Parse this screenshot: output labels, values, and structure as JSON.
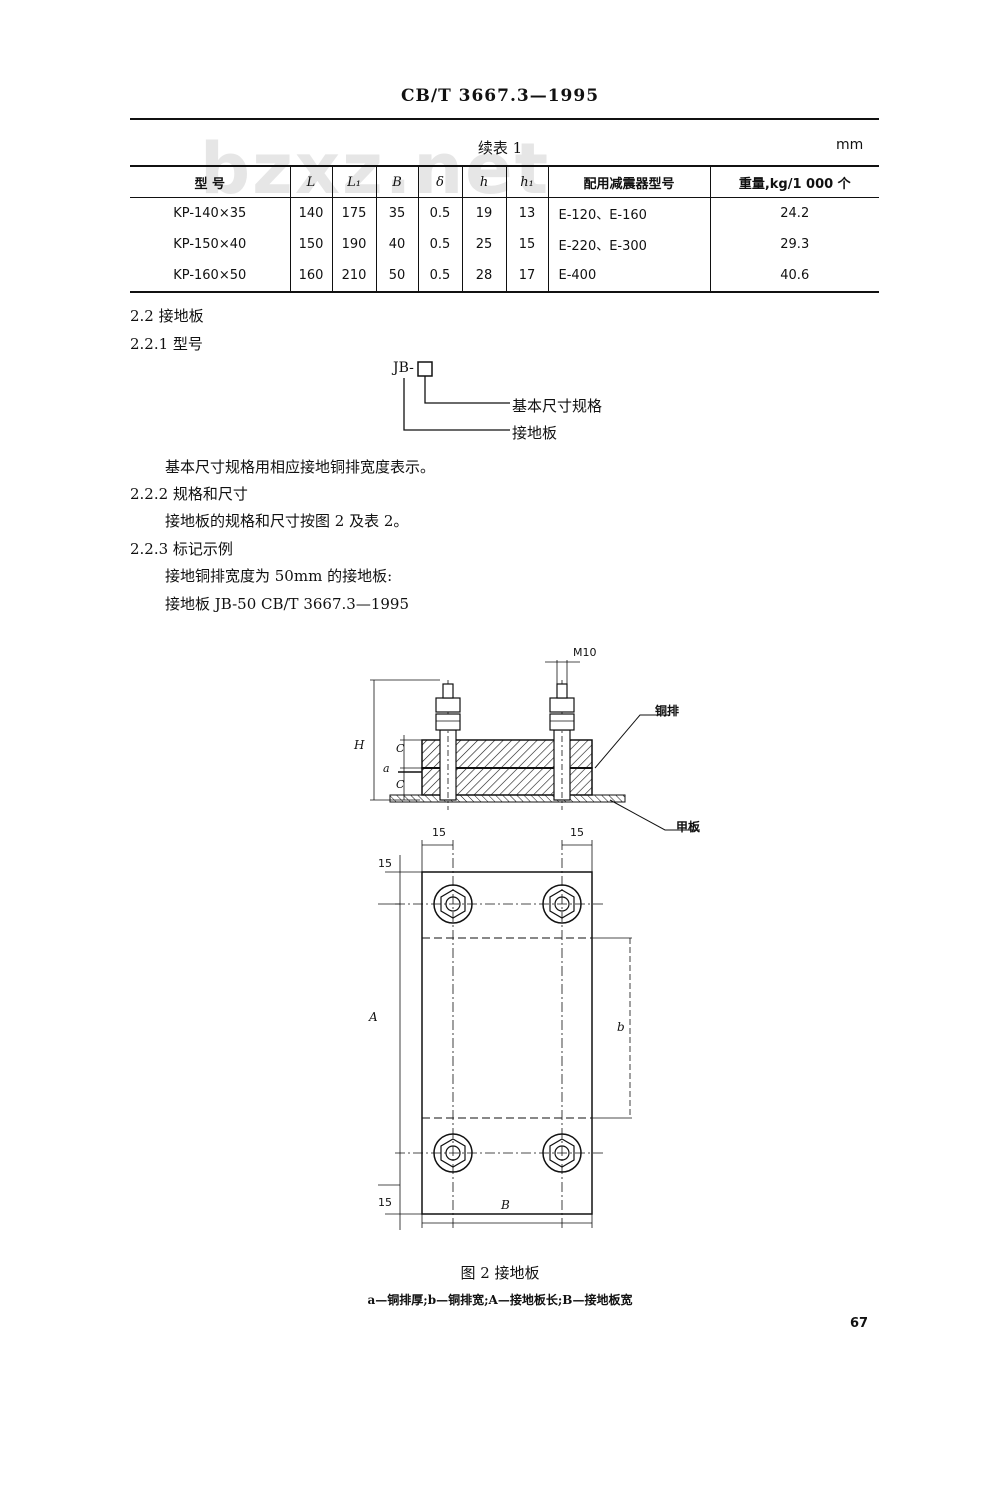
{
  "header": "CB/T 3667.3—1995",
  "watermark": "bzxz.net",
  "table": {
    "title": "续表 1",
    "unit": "mm",
    "columns": [
      "型 号",
      "L",
      "L₁",
      "B",
      "δ",
      "h",
      "h₁",
      "配用减震器型号",
      "重量,kg/1 000 个"
    ],
    "rows": [
      [
        "KP-140×35",
        "140",
        "175",
        "35",
        "0.5",
        "19",
        "13",
        "E-120、E-160",
        "24.2"
      ],
      [
        "KP-150×40",
        "150",
        "190",
        "40",
        "0.5",
        "25",
        "15",
        "E-220、E-300",
        "29.3"
      ],
      [
        "KP-160×50",
        "160",
        "210",
        "50",
        "0.5",
        "28",
        "17",
        "E-400",
        "40.6"
      ]
    ]
  },
  "sections": {
    "s22": "2.2  接地板",
    "s221": "2.2.1  型号",
    "model_code": "JB-",
    "label_basic": "基本尺寸规格",
    "label_plate": "接地板",
    "s221_text": "基本尺寸规格用相应接地铜排宽度表示。",
    "s222": "2.2.2  规格和尺寸",
    "s222_text": "接地板的规格和尺寸按图 2 及表 2。",
    "s223": "2.2.3  标记示例",
    "s223_text1": "接地铜排宽度为 50mm 的接地板:",
    "s223_text2": "接地板   JB-50   CB/T 3667.3—1995"
  },
  "figure": {
    "label_m10": "M10",
    "label_copper": "铜排",
    "label_deck": "甲板",
    "label_H": "H",
    "label_C": "C",
    "label_a": "a",
    "label_15": "15",
    "label_A": "A",
    "label_b": "b",
    "label_B": "B",
    "caption": "图 2  接地板",
    "legend": "a—铜排厚;b—铜排宽;A—接地板长;B—接地板宽"
  },
  "page_number": "67"
}
